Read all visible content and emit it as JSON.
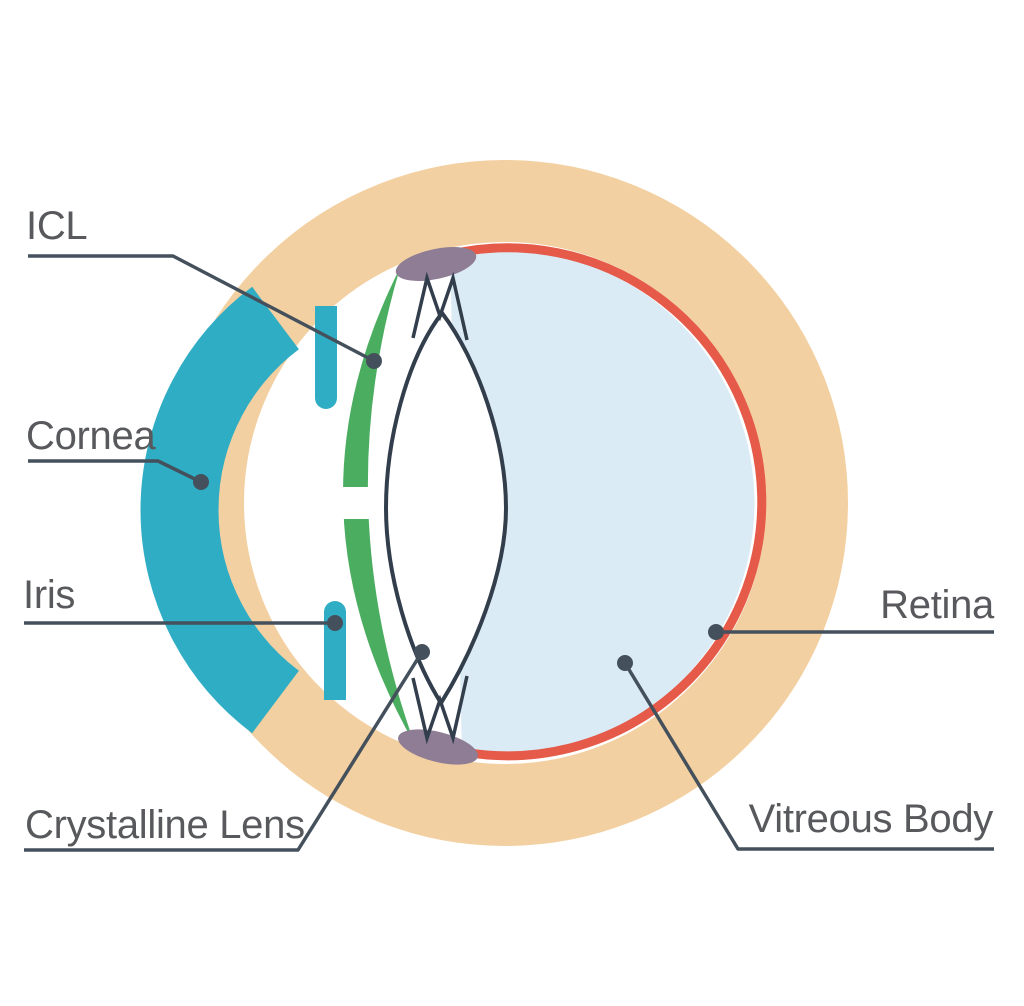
{
  "diagram": {
    "type": "eye-cross-section-with-icl",
    "labels": {
      "icl": "ICL",
      "cornea": "Cornea",
      "iris": "Iris",
      "crystalline_lens": "Crystalline Lens",
      "retina": "Retina",
      "vitreous_body": "Vitreous Body"
    },
    "colors": {
      "sclera": "#f3d0a1",
      "cornea": "#2fadc4",
      "iris": "#2fadc4",
      "icl": "#4aad60",
      "retina": "#e55a48",
      "vitreous": "#dbebf5",
      "ciliary_body": "#8e7d95",
      "lens_fill": "#ffffff",
      "lens_outline": "#333e4d",
      "leader_line": "#44505c",
      "label_text": "#58595c",
      "background": "#ffffff"
    }
  }
}
